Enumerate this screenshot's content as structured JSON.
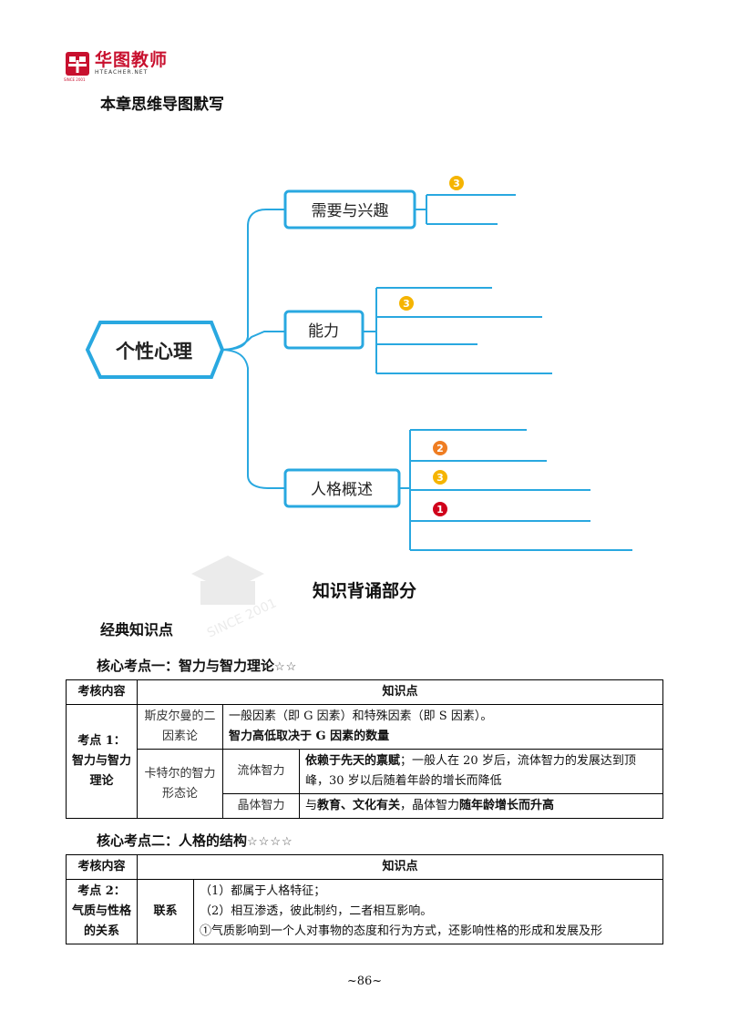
{
  "header": {
    "logo_cn": "华图教师",
    "logo_en": "HTEACHER.NET",
    "logo_since": "SINCE 2001"
  },
  "mindmap": {
    "heading": "本章思维导图默写",
    "center": "个性心理",
    "branches": [
      {
        "label": "需要与兴趣",
        "badges": [
          "3"
        ]
      },
      {
        "label": "能力",
        "badges": [
          "3"
        ]
      },
      {
        "label": "人格概述",
        "badges": [
          "2",
          "3",
          "1"
        ]
      }
    ]
  },
  "section_title": "知识背诵部分",
  "sub_title": "经典知识点",
  "watermark": "SINCE 2001",
  "topic1": {
    "title": "核心考点一：智力与智力理论",
    "stars": "☆☆",
    "header_col1": "考核内容",
    "header_col2": "知识点",
    "row_label": "考点 1：智力与智力理论",
    "theory1": {
      "name": "斯皮尔曼的二因素论",
      "line1": "一般因素（即 G 因素）和特殊因素（即 S 因素）。",
      "line2": "智力高低取决于 G 因素的数量"
    },
    "theory2": {
      "name": "卡特尔的智力形态论",
      "fluid_name": "流体智力",
      "fluid_desc_bold": "依赖于先天的禀赋",
      "fluid_desc_rest": "；一般人在 20 岁后，流体智力的发展达到顶峰，30 岁以后随着年龄的增长而降低",
      "crystal_name": "晶体智力",
      "crystal_desc_prefix": "与",
      "crystal_desc_bold1": "教育、文化有关",
      "crystal_desc_mid": "，晶体智力",
      "crystal_desc_bold2": "随年龄增长而升高"
    }
  },
  "topic2": {
    "title": "核心考点二：人格的结构",
    "stars": "☆☆☆☆",
    "header_col1": "考核内容",
    "header_col2": "知识点",
    "row_label": "考点 2：气质与性格的关系",
    "relation": "联系",
    "lines": [
      "（1）都属于人格特征；",
      "（2）相互渗透，彼此制约，二者相互影响。",
      "①气质影响到一个人对事物的态度和行为方式，还影响性格的形成和发展及形"
    ]
  },
  "page_number": "~86~",
  "colors": {
    "mindmap_line": "#29a8e0",
    "badge_gold": "#f5b400",
    "badge_orange": "#ef7d22",
    "badge_red": "#d0021b",
    "logo_red": "#c8102e"
  }
}
